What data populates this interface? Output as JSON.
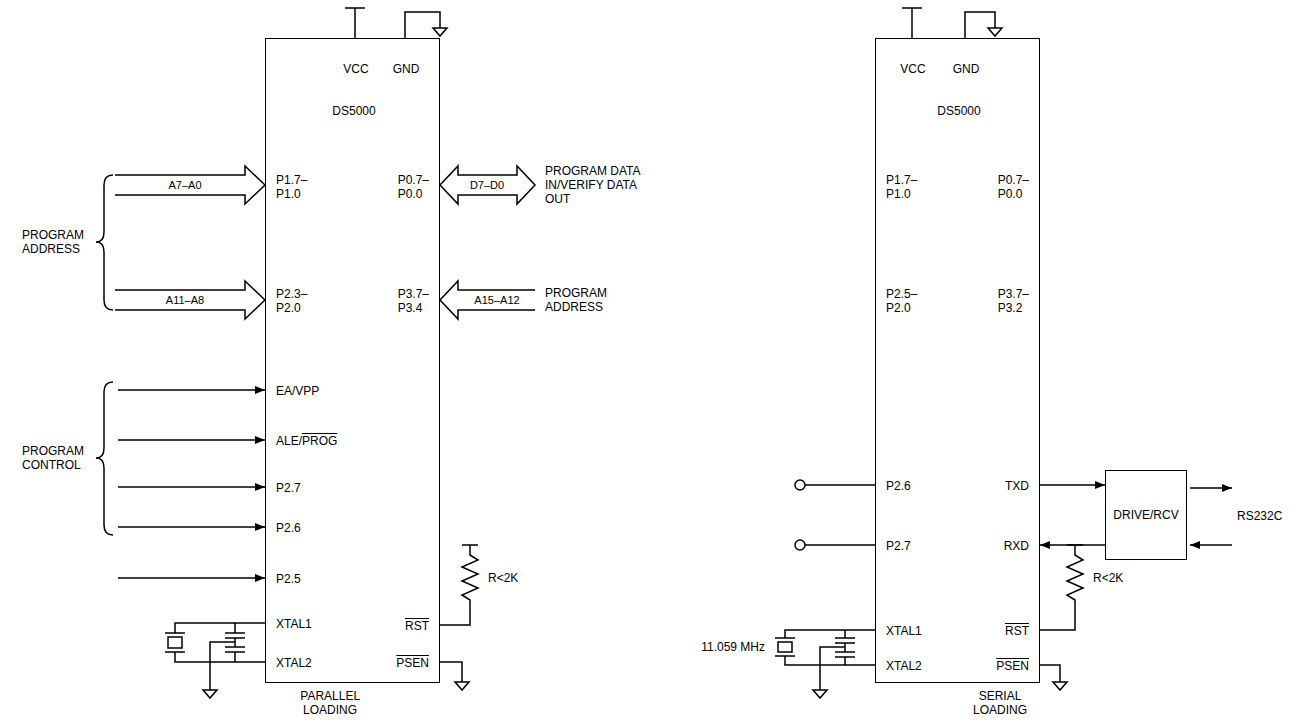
{
  "diagram": {
    "nodes": [
      {
        "text": [
          "VCC",
          "GND",
          "DS5000",
          "P1.7– P1.0",
          "P0.7– P0.0",
          "P2.3– P2.0",
          "P3.7– P3.4",
          "EA/VPP",
          "ALE/PROG",
          "P2.7",
          "P2.6",
          "P2.5",
          "XTAL1",
          "XTAL2",
          "RST",
          "PSEN"
        ]
      },
      {
        "text": [
          "VCC",
          "GND",
          "DS5000",
          "P1.7– P1.0",
          "P0.7– P0.0",
          "P2.5– P2.0",
          "P3.7– P3.2",
          "P2.6",
          "P2.7",
          "TXD",
          "RXD",
          "RST",
          "XTAL1",
          "XTAL2",
          "PSEN"
        ]
      },
      {
        "text": [
          "DRIVE/RCV"
        ]
      }
    ],
    "edges": [
      {
        "from": 1,
        "to": 2,
        "arrow": "to"
      },
      {
        "from": 2,
        "to": 1,
        "arrow": "to"
      }
    ],
    "labels": [
      "PROGRAM ADDRESS",
      "A7–A0",
      "A11–A8",
      "PROGRAM DATA IN/VERIFY DATA OUT",
      "D7–D0",
      "A15–A12",
      "PROGRAM ADDRESS",
      "PROGRAM CONTROL",
      "R<2K",
      "PARALLEL LOADING",
      "R<2K",
      "11.059 MHz",
      "SERIAL LOADING",
      "RS232C"
    ]
  }
}
